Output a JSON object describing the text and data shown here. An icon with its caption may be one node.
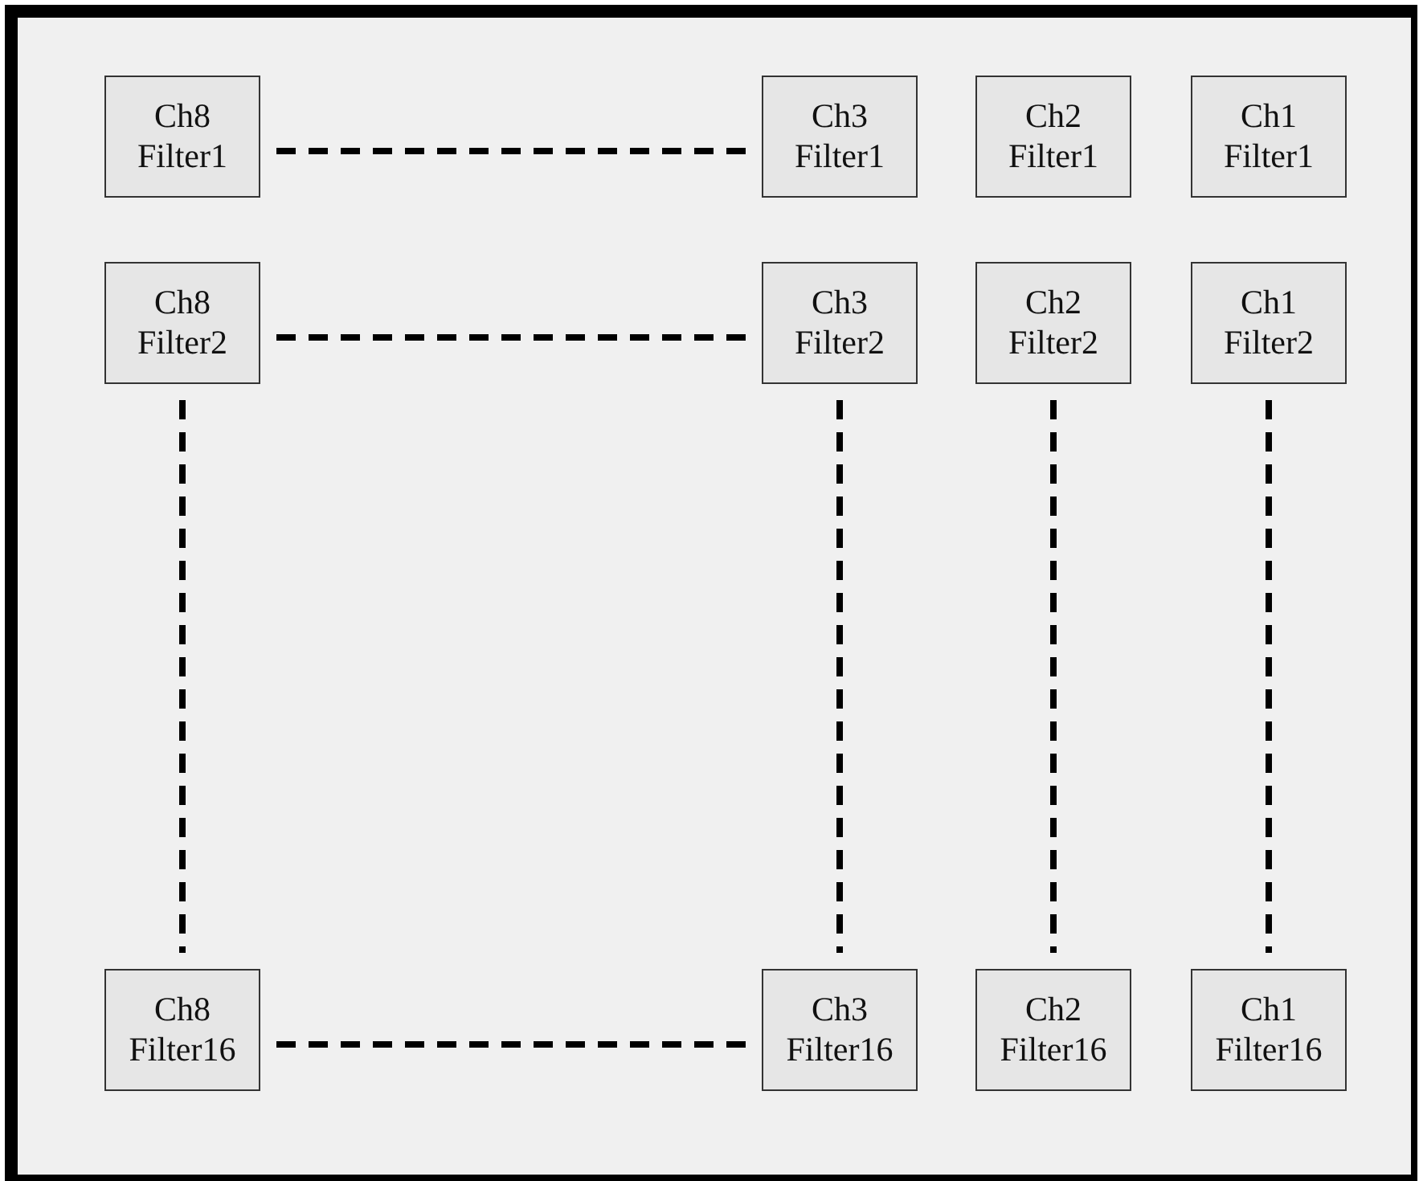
{
  "diagram": {
    "nodes": [
      {
        "text": [
          "Ch8 Filter1"
        ]
      },
      {
        "text": [
          "Ch3 Filter1"
        ]
      },
      {
        "text": [
          "Ch2 Filter1"
        ]
      },
      {
        "text": [
          "Ch1 Filter1"
        ]
      },
      {
        "text": [
          "Ch8 Filter2"
        ]
      },
      {
        "text": [
          "Ch3 Filter2"
        ]
      },
      {
        "text": [
          "Ch2 Filter2"
        ]
      },
      {
        "text": [
          "Ch1 Filter2"
        ]
      },
      {
        "text": [
          "Ch8 Filter16"
        ]
      },
      {
        "text": [
          "Ch3 Filter16"
        ]
      },
      {
        "text": [
          "Ch2 Filter16"
        ]
      },
      {
        "text": [
          "Ch1 Filter16"
        ]
      }
    ],
    "edges": [
      {
        "from": 0,
        "to": 1,
        "arrow": "none",
        "style": "dashed"
      },
      {
        "from": 4,
        "to": 5,
        "arrow": "none",
        "style": "dashed"
      },
      {
        "from": 4,
        "to": 8,
        "arrow": "none",
        "style": "dashed"
      },
      {
        "from": 5,
        "to": 9,
        "arrow": "none",
        "style": "dashed"
      },
      {
        "from": 6,
        "to": 10,
        "arrow": "none",
        "style": "dashed"
      },
      {
        "from": 7,
        "to": 11,
        "arrow": "none",
        "style": "dashed"
      },
      {
        "from": 8,
        "to": 9,
        "arrow": "none",
        "style": "dashed"
      }
    ]
  }
}
